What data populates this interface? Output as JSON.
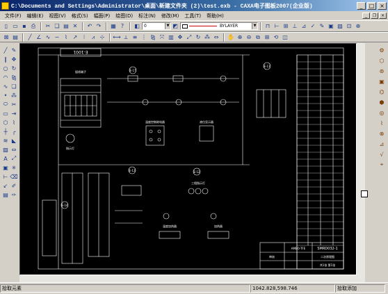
{
  "window": {
    "title": "C:\\Documents and Settings\\Administrator\\桌面\\新建文件夹 (2)\\test.exb - CAXA电子图板2007(企业版)",
    "minimize_label": "_",
    "maximize_label": "□",
    "close_label": "×"
  },
  "menu": {
    "items": [
      "文件(F)",
      "编辑(E)",
      "视图(V)",
      "格式(S)",
      "幅面(P)",
      "绘图(D)",
      "标注(N)",
      "修改(M)",
      "工具(T)",
      "帮助(H)"
    ]
  },
  "properties": {
    "layer": "0",
    "linetype": "BYLAYER"
  },
  "drawing": {
    "title_block_top": "E-1001",
    "parts": {
      "breaker": "E-17",
      "outlet": "E-13",
      "sensor": "E-11",
      "lamp": "E-12",
      "cabinet": "E-14"
    },
    "labels": {
      "temp_relay": "温度控制继电器",
      "terminal": "接线端子",
      "level_meter": "液位显示器",
      "indicator": "指示灯",
      "three_phase": "三相指示灯",
      "heater_group": "温度加热器",
      "heater": "加热器",
      "drawing_name": "二次原理图",
      "doc_title": "SMRD032-1",
      "project": "AMBO-TFE",
      "signoff": "审核",
      "sheet": "共1张 第1张"
    }
  },
  "status": {
    "prompt": "拾取元素",
    "coordinates": "1042.828,598.746",
    "mode": "拾取添加"
  },
  "colors": {
    "titlebar_start": "#0a246a",
    "canvas": "#000000",
    "line": "#ffffff"
  }
}
